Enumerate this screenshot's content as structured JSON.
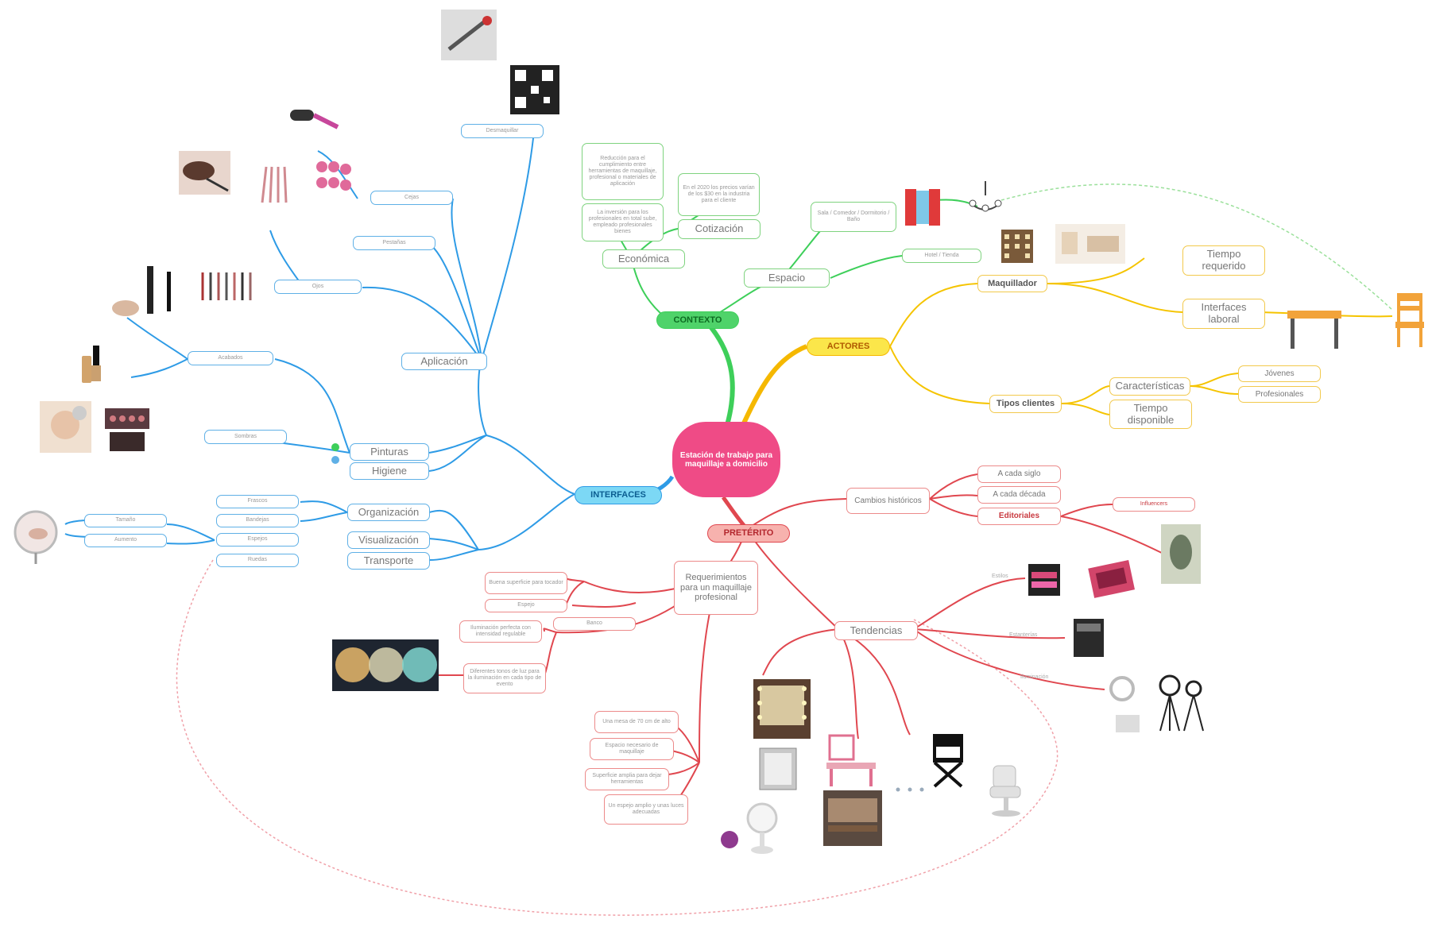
{
  "center": {
    "title": "Estación de trabajo para maquillaje a domicilio"
  },
  "branches": {
    "contexto": "CONTEXTO",
    "actores": "ACTORES",
    "interfaces": "INTERFACES",
    "preterito": "PRETÉRITO"
  },
  "contexto": {
    "economia": "Económica",
    "economia_note1": "Reducción para el cumplimiento entre herramientas de maquillaje, profesional o materiales de aplicación",
    "economia_note2": "La inversión para los profesionales en total sube, empleado profesionales bienes",
    "cotizacion": "Cotización",
    "cotizacion_note": "En el 2020 los precios varían de los $30 en la industria para el cliente",
    "espacio": "Espacio",
    "salas": "Sala / Comedor / Dormitorio / Baño",
    "hoteles": "Hotel / Tienda"
  },
  "actores": {
    "maquillador": "Maquillador",
    "tiempo_requerido": "Tiempo requerido",
    "interfaces_laboral": "Interfaces laboral",
    "tipos_clientes": "Tipos clientes",
    "caracteristicas": "Características",
    "tiempo_disponible": "Tiempo disponible",
    "opt1": "Jóvenes",
    "opt2": "Profesionales"
  },
  "interfaces": {
    "desmaquillar": "Desmaquillar",
    "cejas": "Cejas",
    "pestanas": "Pestañas",
    "ojos": "Ojos",
    "aplicacion": "Aplicación",
    "acabados": "Acabados",
    "sombras": "Sombras",
    "pinturas": "Pinturas",
    "higiene": "Higiene",
    "organizacion": "Organización",
    "visualizacion": "Visualización",
    "transporte": "Transporte",
    "frascos": "Frascos",
    "bandejas": "Bandejas",
    "espejos": "Espejos",
    "ruedas": "Ruedas",
    "tamano": "Tamaño",
    "aumento": "Aumento"
  },
  "preterito": {
    "cambios_historicos": "Cambios históricos",
    "siglo1": "A cada siglo",
    "siglo2": "A cada década",
    "editoriales": "Editoriales",
    "influencers": "Influencers",
    "tendencias": "Tendencias",
    "requerimientos": "Requerimientos para un maquillaje profesional",
    "buena_superficie": "Buena superficie para tocador",
    "espejo": "Espejo",
    "banco": "Banco",
    "iluminacion": "Iluminación perfecta con intensidad regulable",
    "diferentes_tonos": "Diferentes tonos de luz para la iluminación en cada tipo de evento",
    "req1": "Una mesa de 70 cm de alto",
    "req2": "Espacio necesario de maquillaje",
    "req3": "Superficie amplia para dejar herramientas",
    "req4": "Un espejo amplio y unas luces adecuadas",
    "lbl_estilos": "Estilos",
    "lbl_estanterias": "Estanterías",
    "lbl_iluminacion": "Iluminación"
  },
  "colors": {
    "center": "#ef4b86",
    "contexto": "#3ecf5a",
    "actores": "#f5b800",
    "interfaces": "#2e9be6",
    "preterito": "#e0474f"
  },
  "icons": [
    "makeup-brush-icon",
    "eyelash-curler-icon",
    "chair-icon",
    "table-icon",
    "chandelier-icon",
    "window-icon",
    "building-icon",
    "ring-light-icon",
    "mirror-icon",
    "makeup-case-icon",
    "director-chair-icon",
    "salon-chair-icon",
    "palette-icon",
    "lighting-swatches-icon"
  ]
}
